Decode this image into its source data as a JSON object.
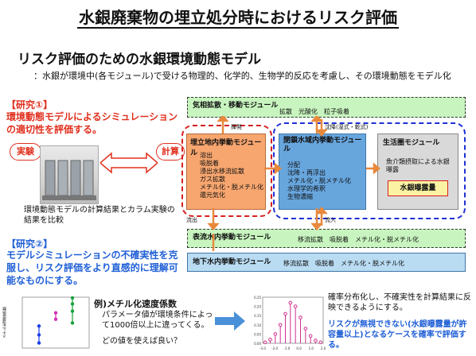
{
  "title": "水銀廃棄物の埋立処分時におけるリスク評価",
  "subtitle": "リスク評価のための水銀環境動態モデル",
  "description": "：水銀が環境中(各モジュール)で受ける物理的、化学的、生物学的反応を考慮し、その環境動態をモデル化",
  "study1": {
    "label": "【研究①】",
    "text": "環境動態モデルによるシミュレーションの適切性を評価する。",
    "experiment_tag": "実験",
    "calc_tag": "計算",
    "caption": "環境動態モデルの計算結果とカラム実験の結果を比較"
  },
  "study2": {
    "label": "【研究②】",
    "text": "モデルシミュレーションの不確実性を克服し、リスク評価をより直感的に理解可能なものにする。"
  },
  "modules": {
    "gas": {
      "title": "気相拡散・移動モジュール",
      "items": "拡散　光酸化　粒子吸着"
    },
    "landfill": {
      "title": "埋立地内挙動モジュール",
      "items": [
        "溶出",
        "吸脱着",
        "浸出水移流拡散",
        "ガス拡散",
        "メチル化・脱メチル化",
        "還元気化"
      ]
    },
    "closed_water": {
      "title": "閉鎖水域内挙動モジュール",
      "items": [
        "分配",
        "沈降・再浮出",
        "メチル化・脱メチル化",
        "水理学的希釈",
        "生物濃縮"
      ]
    },
    "living": {
      "title": "生活圏モジュール",
      "items": "魚介類摂取による水銀曝露",
      "highlight": "水銀曝露量"
    },
    "surface_water": {
      "title": "表流水内挙動モジュール",
      "items": "移流拡散　吸脱着　メチル化・脱メチル化"
    },
    "groundwater": {
      "title": "地下水内挙動モジュール",
      "items": "移流拡散　吸脱着　メチル化・脱メチル化"
    }
  },
  "arrow_labels": {
    "volatilize": "揮発",
    "sink_float": "沈降(湿式・乾式)",
    "outflow": "流出",
    "inflow": "流入"
  },
  "example": {
    "label": "例)メチル化速度係数",
    "text": "パラメータ値が環境条件によって1000倍以上に違ってくる。",
    "question": "どの値を使えば良い？"
  },
  "plot_axis_label": "メチル化速度係数",
  "probability": {
    "text1": "確率分布化し、不確実性を計算結果に反映できるようにする。",
    "text2": "リスクが無視できない(水銀曝露量が許容量以上)となるケースを確率で評価する。"
  },
  "chart_data": [
    {
      "type": "scatter",
      "title": "",
      "xlabel": "",
      "ylabel": "メチル化速度係数",
      "log_scale_y": true,
      "series": [
        {
          "color": "#1c3ee8",
          "points": [
            0.02,
            0.06,
            0.2
          ]
        },
        {
          "color": "#d12fb8",
          "points": [
            0.5,
            1.2
          ]
        },
        {
          "color": "#19a03c",
          "points": [
            0.3,
            1.5,
            4.0,
            9.0
          ]
        }
      ]
    },
    {
      "type": "bar",
      "title": "",
      "xlabel": "",
      "ylabel": "",
      "ylim": [
        0,
        0.25
      ],
      "x": [
        -3.0,
        -2.5,
        -2.0,
        -1.5,
        -1.0,
        -0.5,
        0.0,
        0.5,
        1.0,
        1.5,
        2.0,
        2.5
      ],
      "values": [
        0.005,
        0.02,
        0.05,
        0.1,
        0.16,
        0.22,
        0.2,
        0.14,
        0.08,
        0.04,
        0.015,
        0.005
      ],
      "tick_labels_x": [
        "-3.0",
        "-2.0",
        "-1.0",
        "0.0",
        "1.0",
        "2.0"
      ],
      "tick_labels_y": [
        "0.25",
        "0.20",
        "0.15",
        "0.10",
        "0.05",
        "0.00"
      ],
      "color": "#d12f8f"
    }
  ]
}
